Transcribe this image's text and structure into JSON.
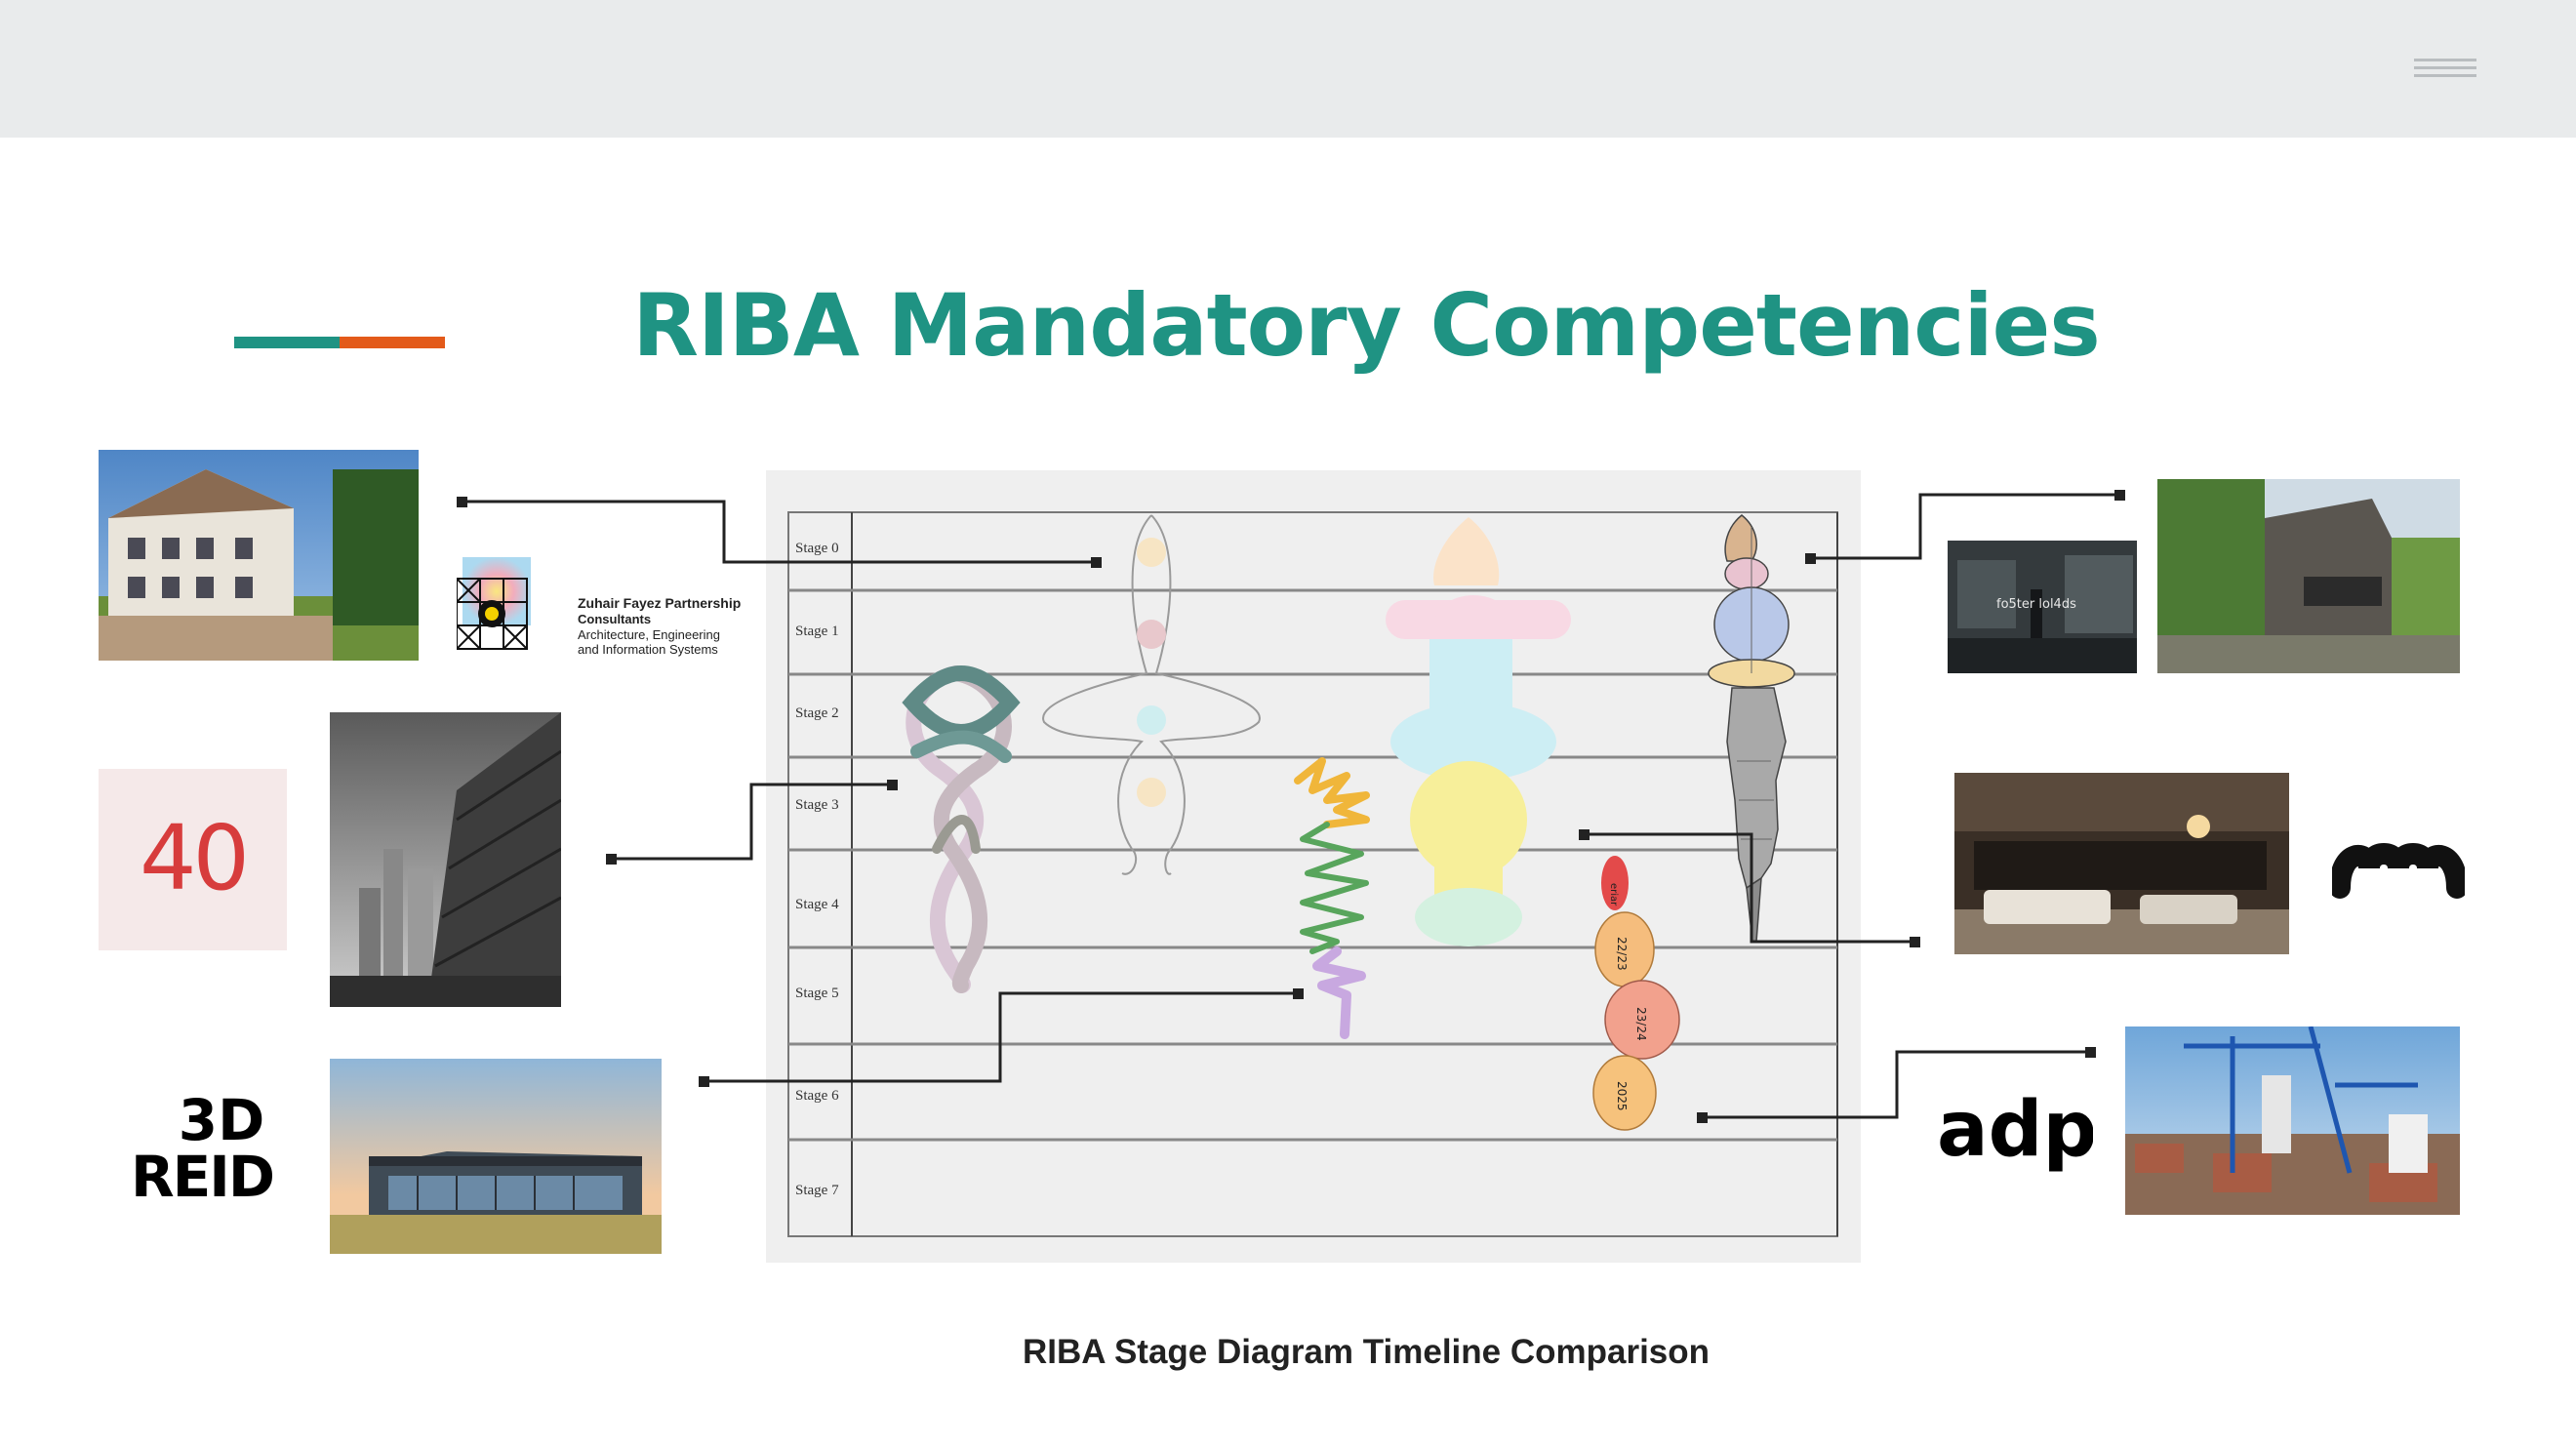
{
  "slide": {
    "title": "RIBA Mandatory Competencies",
    "caption": "RIBA Stage Diagram Timeline Comparison",
    "accent_colors": {
      "title": "#1f9383",
      "accent_teal": "#1f9383",
      "accent_orange": "#e35a1a",
      "top_bar": "#e9ebec"
    }
  },
  "header": {
    "menu_icon": "hamburger-menu-icon"
  },
  "diagram": {
    "stages": [
      "Stage 0",
      "Stage 1",
      "Stage 2",
      "Stage 3",
      "Stage 4",
      "Stage 5",
      "Stage 6",
      "Stage 7"
    ]
  },
  "logos": {
    "zuhair": {
      "line1": "Zuhair Fayez Partnership",
      "line2": "Consultants",
      "line3": "Architecture, Engineering",
      "line4": "and  Information Systems"
    },
    "forty": {
      "text": "40"
    },
    "three_d_reid": {
      "line1": "3D",
      "line2": "REID"
    },
    "adp": {
      "text": "adp"
    },
    "morph": {
      "icon": "wave-logo-icon"
    }
  },
  "photos": {
    "fosters": {
      "overlay_text": "fo5ter lol4ds"
    }
  },
  "timeline_labels": [
    "eriar",
    "22/23",
    "23/24",
    "2025"
  ]
}
